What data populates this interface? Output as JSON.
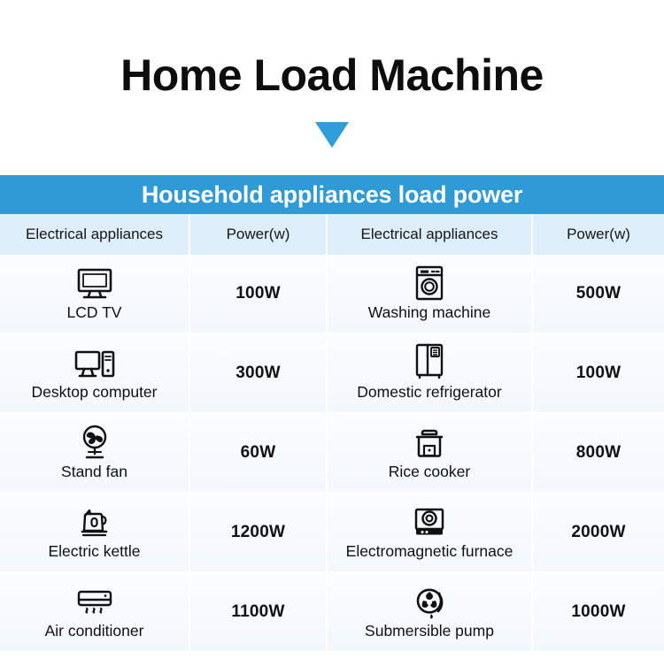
{
  "page": {
    "title": "Home Load Machine",
    "arrow_icon": "triangle-down-icon",
    "accent_color": "#2e9ad6",
    "header_row_bg": "#dfeefb",
    "cell_bg": "#f7fafe"
  },
  "table": {
    "banner": "Household appliances load power",
    "columns": [
      "Electrical appliances",
      "Power(w)",
      "Electrical appliances",
      "Power(w)"
    ],
    "rows": [
      {
        "left": {
          "icon": "lcd-tv-icon",
          "name": "LCD TV",
          "power": "100W"
        },
        "right": {
          "icon": "washing-machine-icon",
          "name": "Washing machine",
          "power": "500W"
        }
      },
      {
        "left": {
          "icon": "desktop-computer-icon",
          "name": "Desktop computer",
          "power": "300W"
        },
        "right": {
          "icon": "refrigerator-icon",
          "name": "Domestic refrigerator",
          "power": "100W"
        }
      },
      {
        "left": {
          "icon": "stand-fan-icon",
          "name": "Stand fan",
          "power": "60W"
        },
        "right": {
          "icon": "rice-cooker-icon",
          "name": "Rice cooker",
          "power": "800W"
        }
      },
      {
        "left": {
          "icon": "electric-kettle-icon",
          "name": "Electric kettle",
          "power": "1200W"
        },
        "right": {
          "icon": "induction-cooker-icon",
          "name": "Electromagnetic furnace",
          "power": "2000W"
        }
      },
      {
        "left": {
          "icon": "air-conditioner-icon",
          "name": "Air conditioner",
          "power": "1100W"
        },
        "right": {
          "icon": "water-pump-icon",
          "name": "Submersible pump",
          "power": "1000W"
        }
      }
    ]
  }
}
